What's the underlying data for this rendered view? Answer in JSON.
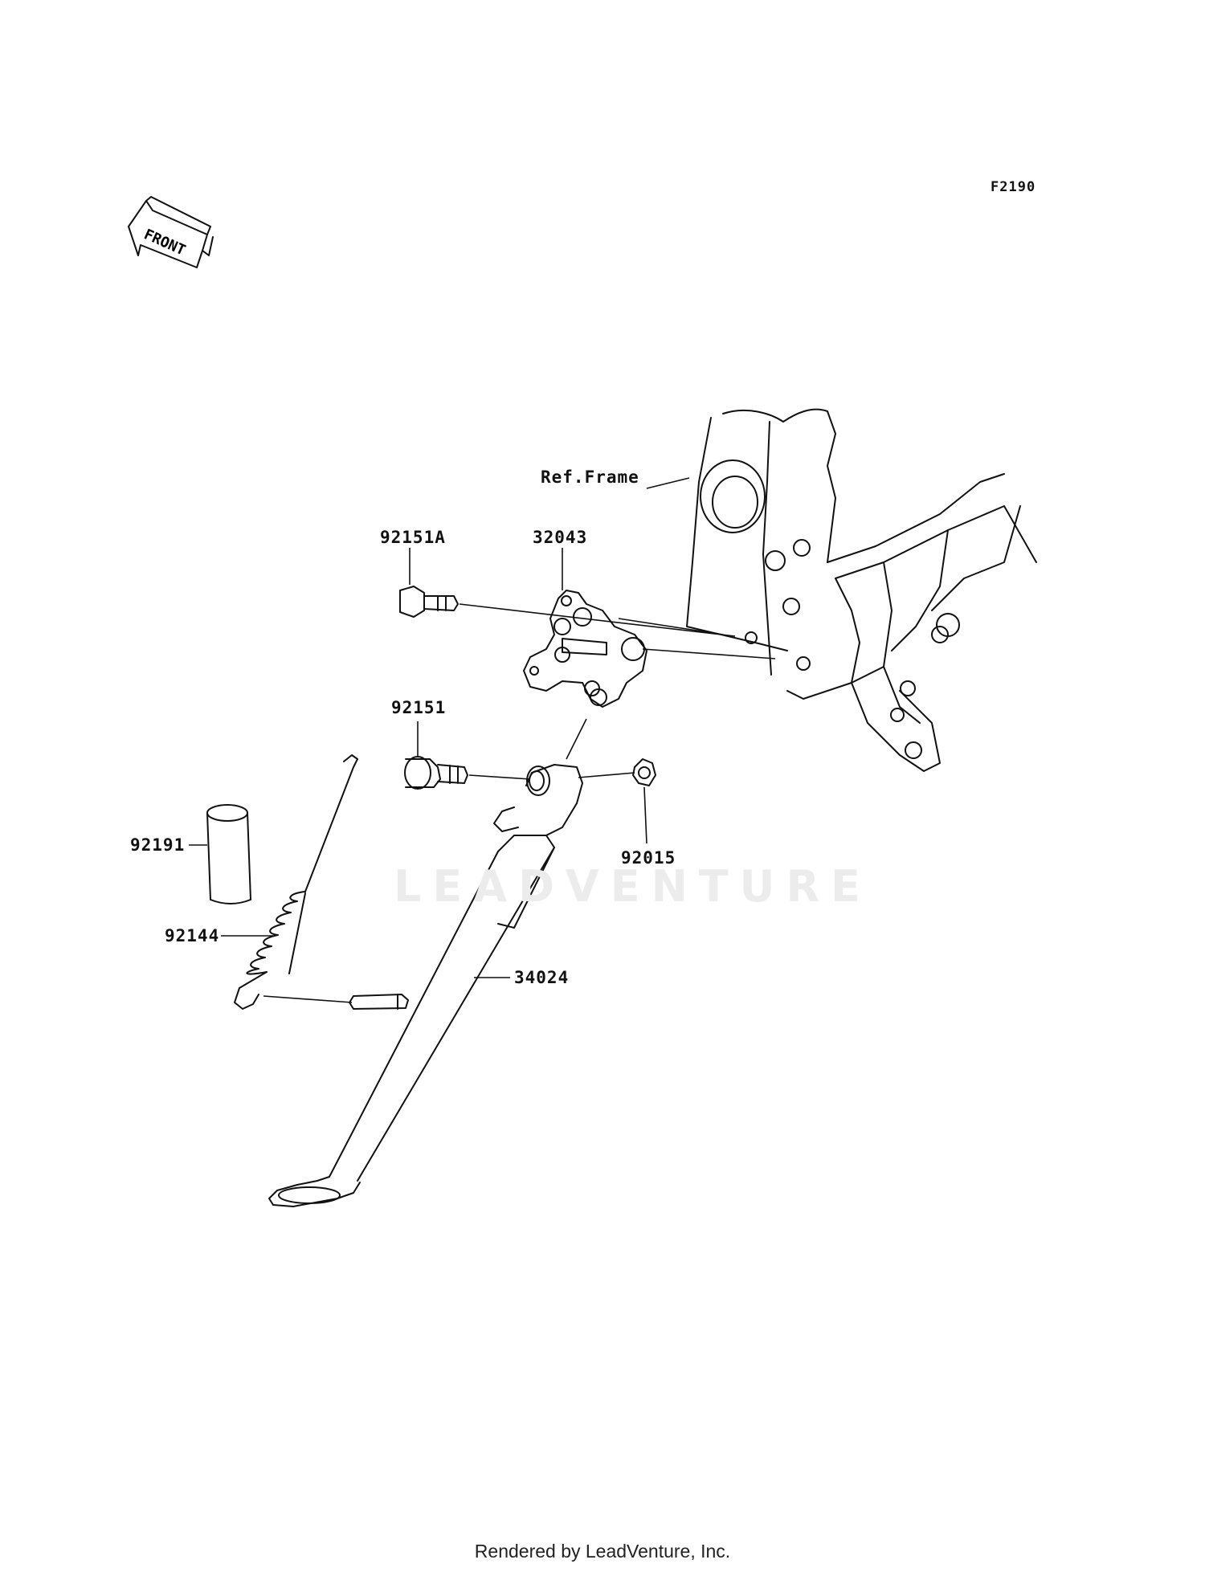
{
  "diagram": {
    "code": "F2190",
    "front_label": "FRONT",
    "ref_frame_label": "Ref.Frame",
    "watermark": "LEADVENTURE",
    "footer": "Rendered by LeadVenture, Inc."
  },
  "parts": [
    {
      "id": "p-92151a",
      "number": "92151A"
    },
    {
      "id": "p-32043",
      "number": "32043"
    },
    {
      "id": "p-92151",
      "number": "92151"
    },
    {
      "id": "p-92191",
      "number": "92191"
    },
    {
      "id": "p-92144",
      "number": "92144"
    },
    {
      "id": "p-92015",
      "number": "92015"
    },
    {
      "id": "p-34024",
      "number": "34024"
    }
  ]
}
